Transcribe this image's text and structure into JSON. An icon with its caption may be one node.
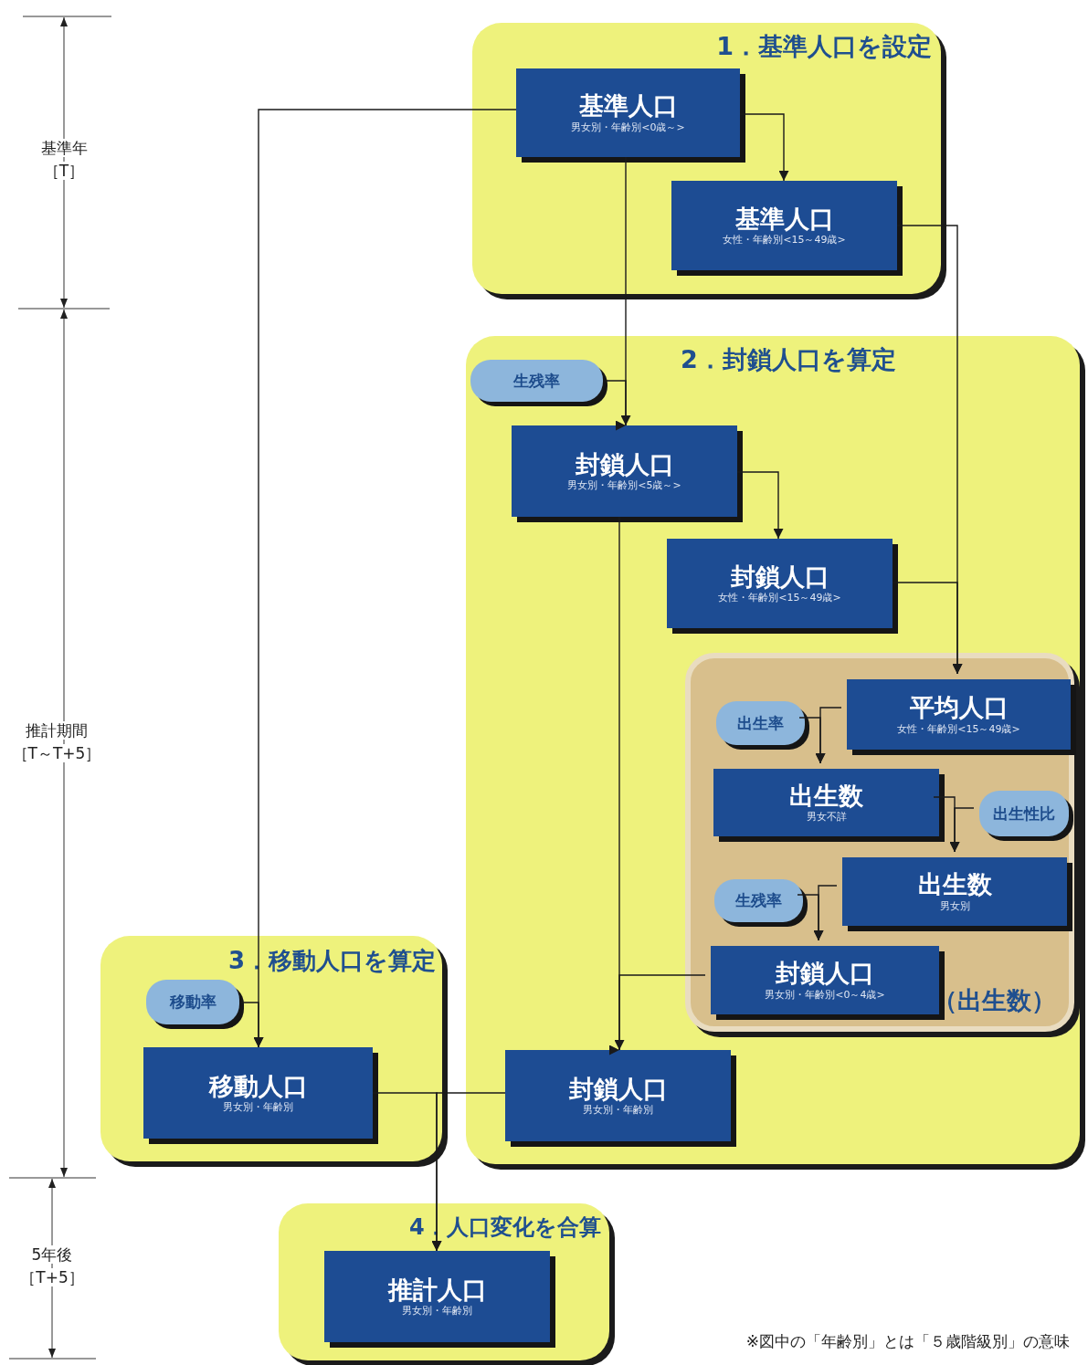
{
  "diagram": {
    "nodes": [
      {
        "text": [
          "1．基準人口を設定"
        ]
      },
      {
        "text": [
          "基準人口",
          "男女別・年齢別<0歳～>"
        ],
        "in": 0
      },
      {
        "text": [
          "基準人口",
          "女性・年齢別<15～49歳>"
        ],
        "in": 0
      },
      {
        "text": [
          "2．封鎖人口を算定"
        ]
      },
      {
        "text": [
          "生残率"
        ],
        "in": 3
      },
      {
        "text": [
          "封鎖人口",
          "男女別・年齢別<5歳～>"
        ],
        "in": 3
      },
      {
        "text": [
          "封鎖人口",
          "女性・年齢別<15～49歳>"
        ],
        "in": 3
      },
      {
        "text": [
          "封鎖人口",
          "男女別・年齢別"
        ],
        "in": 3
      },
      {
        "text": [
          "（出生数）"
        ],
        "in": 3
      },
      {
        "text": [
          "平均人口",
          "女性・年齢別<15～49歳>"
        ],
        "in": 8
      },
      {
        "text": [
          "出生率"
        ],
        "in": 8
      },
      {
        "text": [
          "出生数",
          "男女不詳"
        ],
        "in": 8
      },
      {
        "text": [
          "出生性比"
        ],
        "in": 8
      },
      {
        "text": [
          "出生数",
          "男女別"
        ],
        "in": 8
      },
      {
        "text": [
          "生残率"
        ],
        "in": 8
      },
      {
        "text": [
          "封鎖人口",
          "男女別・年齢別<0～4歳>"
        ],
        "in": 8
      },
      {
        "text": [
          "3．移動人口を算定"
        ]
      },
      {
        "text": [
          "移動率"
        ],
        "in": 16
      },
      {
        "text": [
          "移動人口",
          "男女別・年齢別"
        ],
        "in": 16
      },
      {
        "text": [
          "4．人口変化を合算"
        ]
      },
      {
        "text": [
          "推計人口",
          "男女別・年齢別"
        ],
        "in": 19
      }
    ],
    "edges": [
      {
        "from": 1,
        "to": 2,
        "arrow": "to"
      },
      {
        "from": 1,
        "to": 5,
        "arrow": "to"
      },
      {
        "from": 1,
        "to": 18,
        "arrow": "to"
      },
      {
        "from": 4,
        "to": 5,
        "arrow": "to"
      },
      {
        "from": 5,
        "to": 6,
        "arrow": "to"
      },
      {
        "from": 5,
        "to": 7,
        "arrow": "to"
      },
      {
        "from": 2,
        "to": 9,
        "arrow": "to"
      },
      {
        "from": 6,
        "to": 9,
        "arrow": "to"
      },
      {
        "from": 9,
        "to": 11,
        "arrow": "to"
      },
      {
        "from": 10,
        "to": 11,
        "arrow": "to"
      },
      {
        "from": 11,
        "to": 13,
        "arrow": "to"
      },
      {
        "from": 12,
        "to": 13,
        "arrow": "to"
      },
      {
        "from": 13,
        "to": 15,
        "arrow": "to"
      },
      {
        "from": 14,
        "to": 15,
        "arrow": "to"
      },
      {
        "from": 15,
        "to": 7,
        "arrow": "to"
      },
      {
        "from": 17,
        "to": 18,
        "arrow": "to"
      },
      {
        "from": 18,
        "to": 20,
        "arrow": "to"
      },
      {
        "from": 7,
        "to": 20,
        "arrow": "to"
      }
    ],
    "labels": [
      "基準年",
      "［T］",
      "推計期間",
      "［T～T+5］",
      "5年後",
      "［T+5］",
      "※図中の「年齢別」とは「５歳階級別」の意味"
    ]
  }
}
